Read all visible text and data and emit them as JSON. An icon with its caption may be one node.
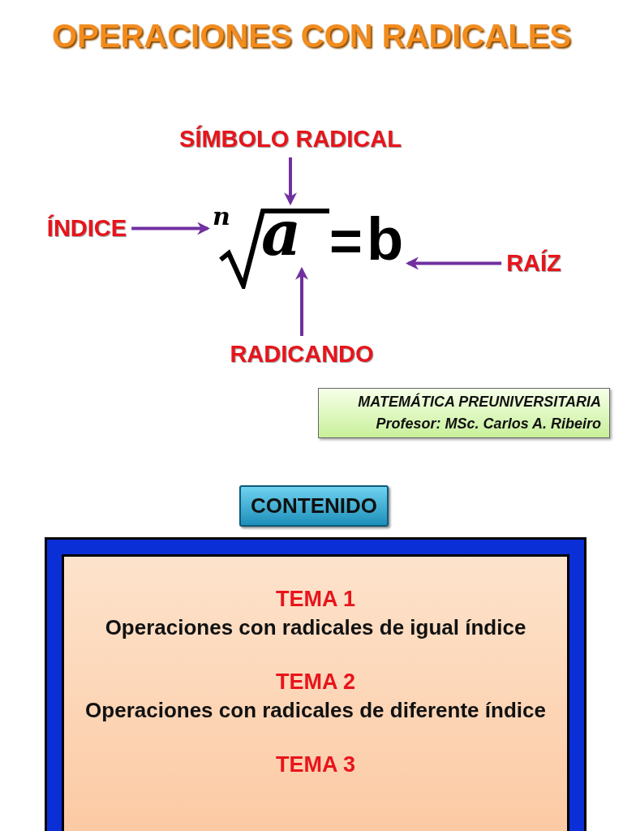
{
  "diagram": {
    "title": "OPERACIONES CON RADICALES",
    "nodes": [
      {
        "text": [
          "SÍMBOLO RADICAL"
        ]
      },
      {
        "text": [
          "ÍNDICE"
        ]
      },
      {
        "text": [
          "n"
        ]
      },
      {
        "text": [],
        "shape": "picture"
      },
      {
        "text": [
          "a"
        ],
        "in": 3
      },
      {
        "text": [
          "b"
        ]
      },
      {
        "text": [
          "RAÍZ"
        ]
      },
      {
        "text": [
          "RADICANDO"
        ]
      },
      {
        "text": [
          "MATEMÁTICA PREUNIVERSITARIA",
          "Profesor: MSc. Carlos A. Ribeiro"
        ]
      },
      {
        "text": [
          "CONTENIDO"
        ]
      },
      {
        "text": [
          "TEMA 1",
          "Operaciones con radicales de igual índice",
          "TEMA 2",
          "Operaciones con radicales de diferente índice",
          "TEMA 3"
        ]
      }
    ],
    "edges": [
      {
        "from": 0,
        "to": 3,
        "arrow": "to"
      },
      {
        "from": 1,
        "to": 2,
        "arrow": "to"
      },
      {
        "from": 6,
        "to": 5,
        "arrow": "to"
      },
      {
        "from": 7,
        "to": 4,
        "arrow": "to"
      }
    ],
    "labels": [
      "="
    ]
  }
}
